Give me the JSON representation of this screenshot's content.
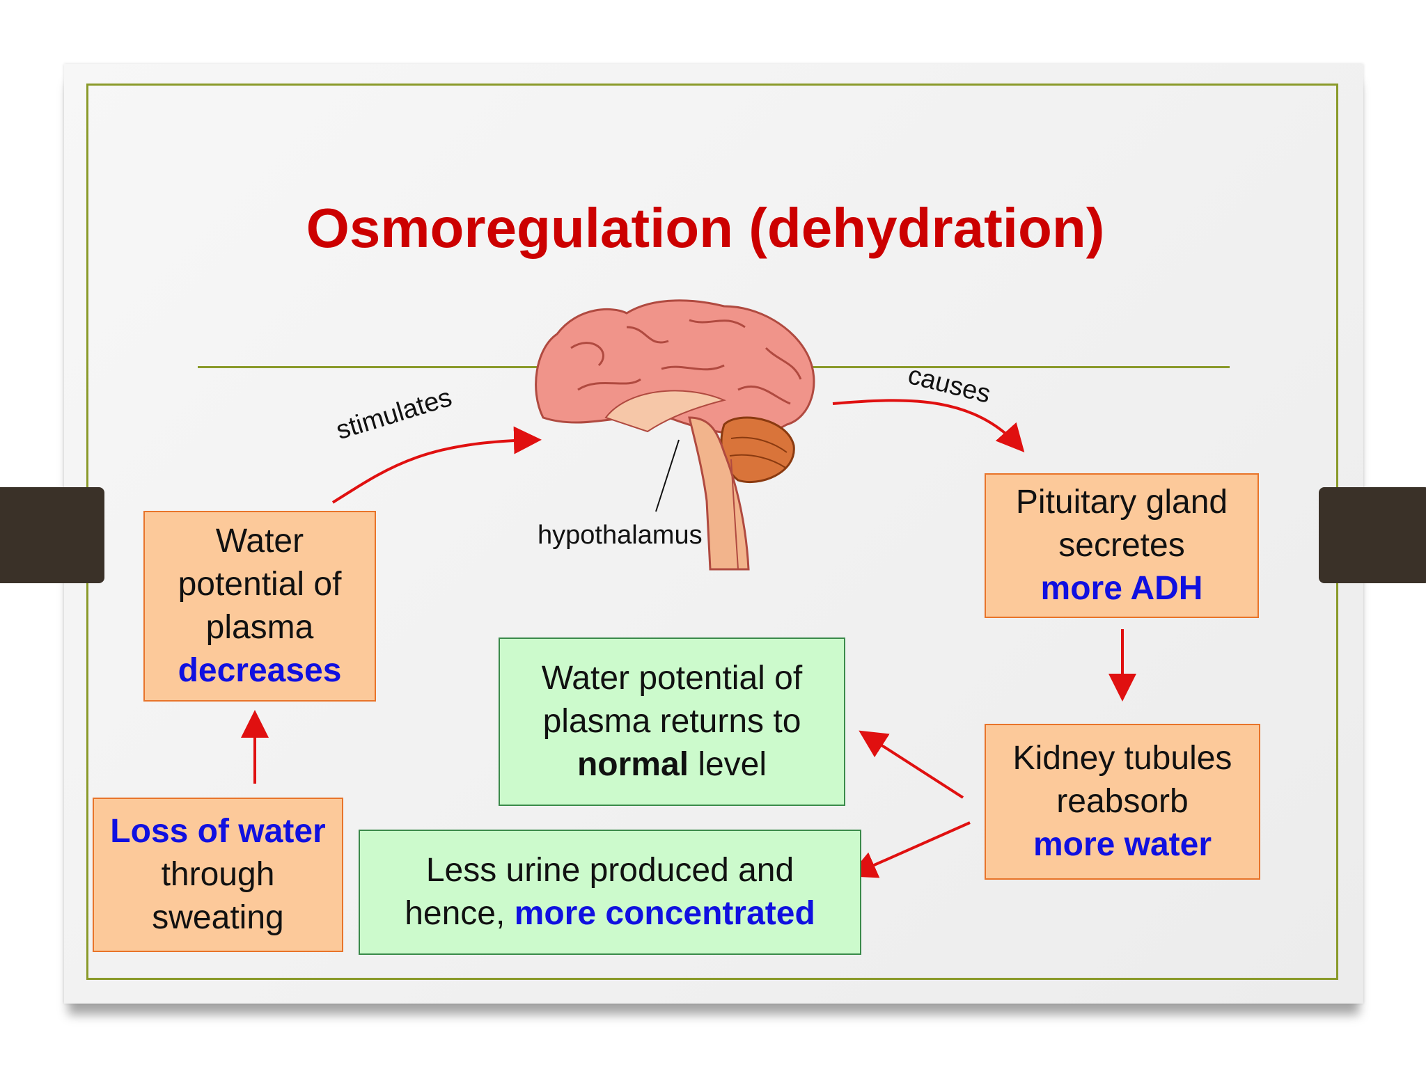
{
  "title": "Osmoregulation (dehydration)",
  "labels": {
    "stimulates": "stimulates",
    "causes": "causes",
    "hypothalamus": "hypothalamus"
  },
  "boxes": {
    "water_potential": {
      "l1": "Water",
      "l2": "potential of",
      "l3": "plasma",
      "l4": "decreases"
    },
    "loss_of_water": {
      "l1": "Loss of water",
      "l2": "through",
      "l3": "sweating"
    },
    "pituitary": {
      "l1": "Pituitary gland",
      "l2": "secretes",
      "l3": "more ADH"
    },
    "kidney": {
      "l1": "Kidney tubules",
      "l2": "reabsorb",
      "l3": "more water"
    },
    "returns_normal": {
      "l1": "Water potential of",
      "l2": "plasma returns to",
      "l3_bold": "normal",
      "l3_rest": " level"
    },
    "less_urine": {
      "l1": "Less urine produced and",
      "l2_prefix": "hence, ",
      "l2_highlight": "more concentrated"
    }
  },
  "colors": {
    "title": "#cc0000",
    "highlight": "#1010e0",
    "arrow": "#e01010",
    "orange_fill": "#fcc99a",
    "orange_border": "#e8742a",
    "green_fill": "#ccfacc",
    "green_border": "#3a8a4a",
    "frame": "#8a9a2a"
  },
  "icons": [
    "brain-illustration"
  ]
}
